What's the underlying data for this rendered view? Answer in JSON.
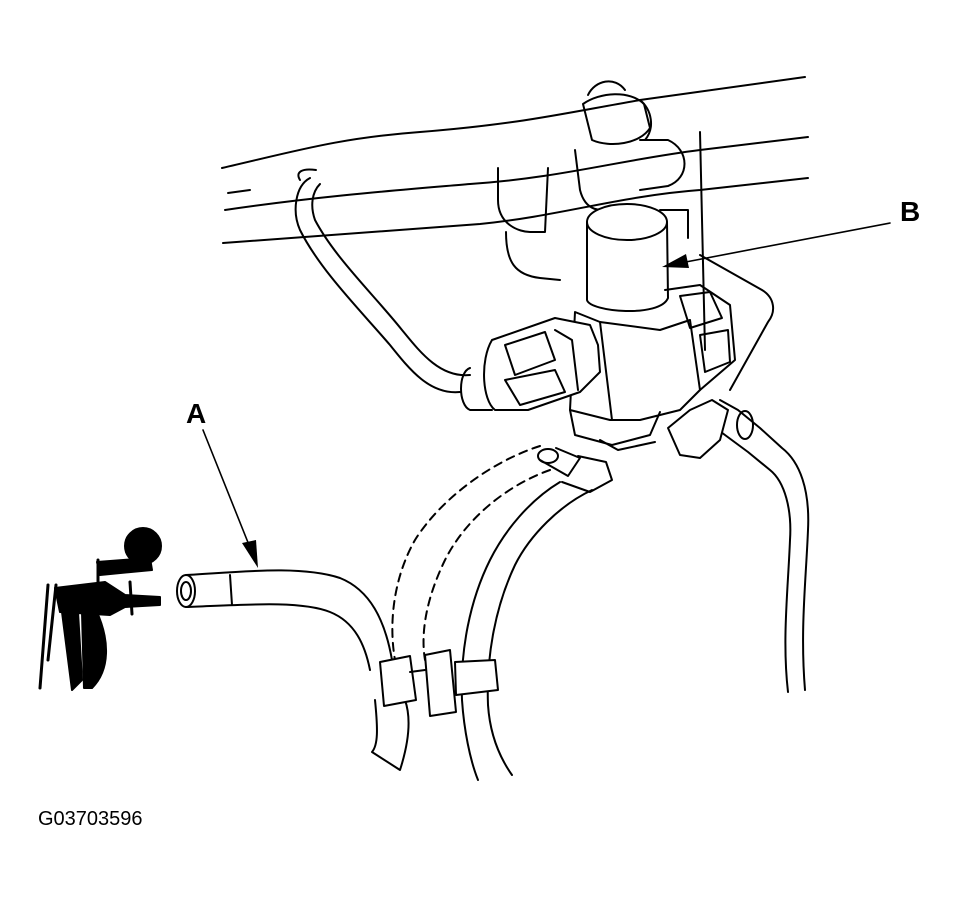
{
  "labels": {
    "a": "A",
    "b": "B"
  },
  "figure_id": "G03703596",
  "colors": {
    "line": "#000000",
    "background": "#ffffff"
  }
}
